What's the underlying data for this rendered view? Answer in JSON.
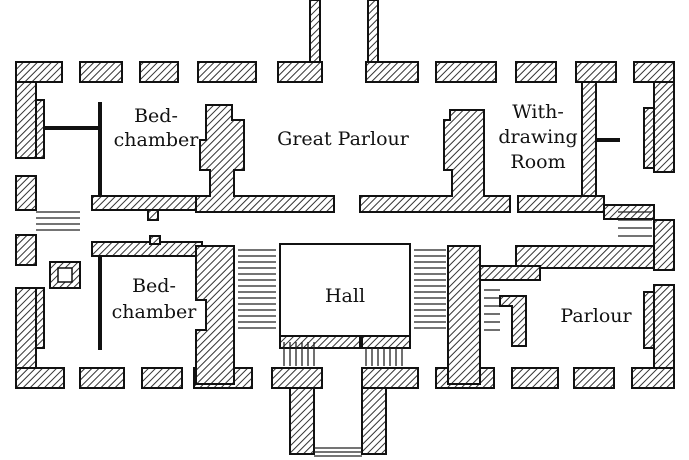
{
  "rooms": {
    "bedchamber_north": {
      "line1": "Bed-",
      "line2": "chamber"
    },
    "great_parlour": {
      "label": "Great Parlour"
    },
    "withdrawing_room": {
      "line1": "With-",
      "line2": "drawing",
      "line3": "Room"
    },
    "bedchamber_south": {
      "line1": "Bed-",
      "line2": "chamber"
    },
    "hall": {
      "label": "Hall"
    },
    "parlour": {
      "label": "Parlour"
    }
  }
}
